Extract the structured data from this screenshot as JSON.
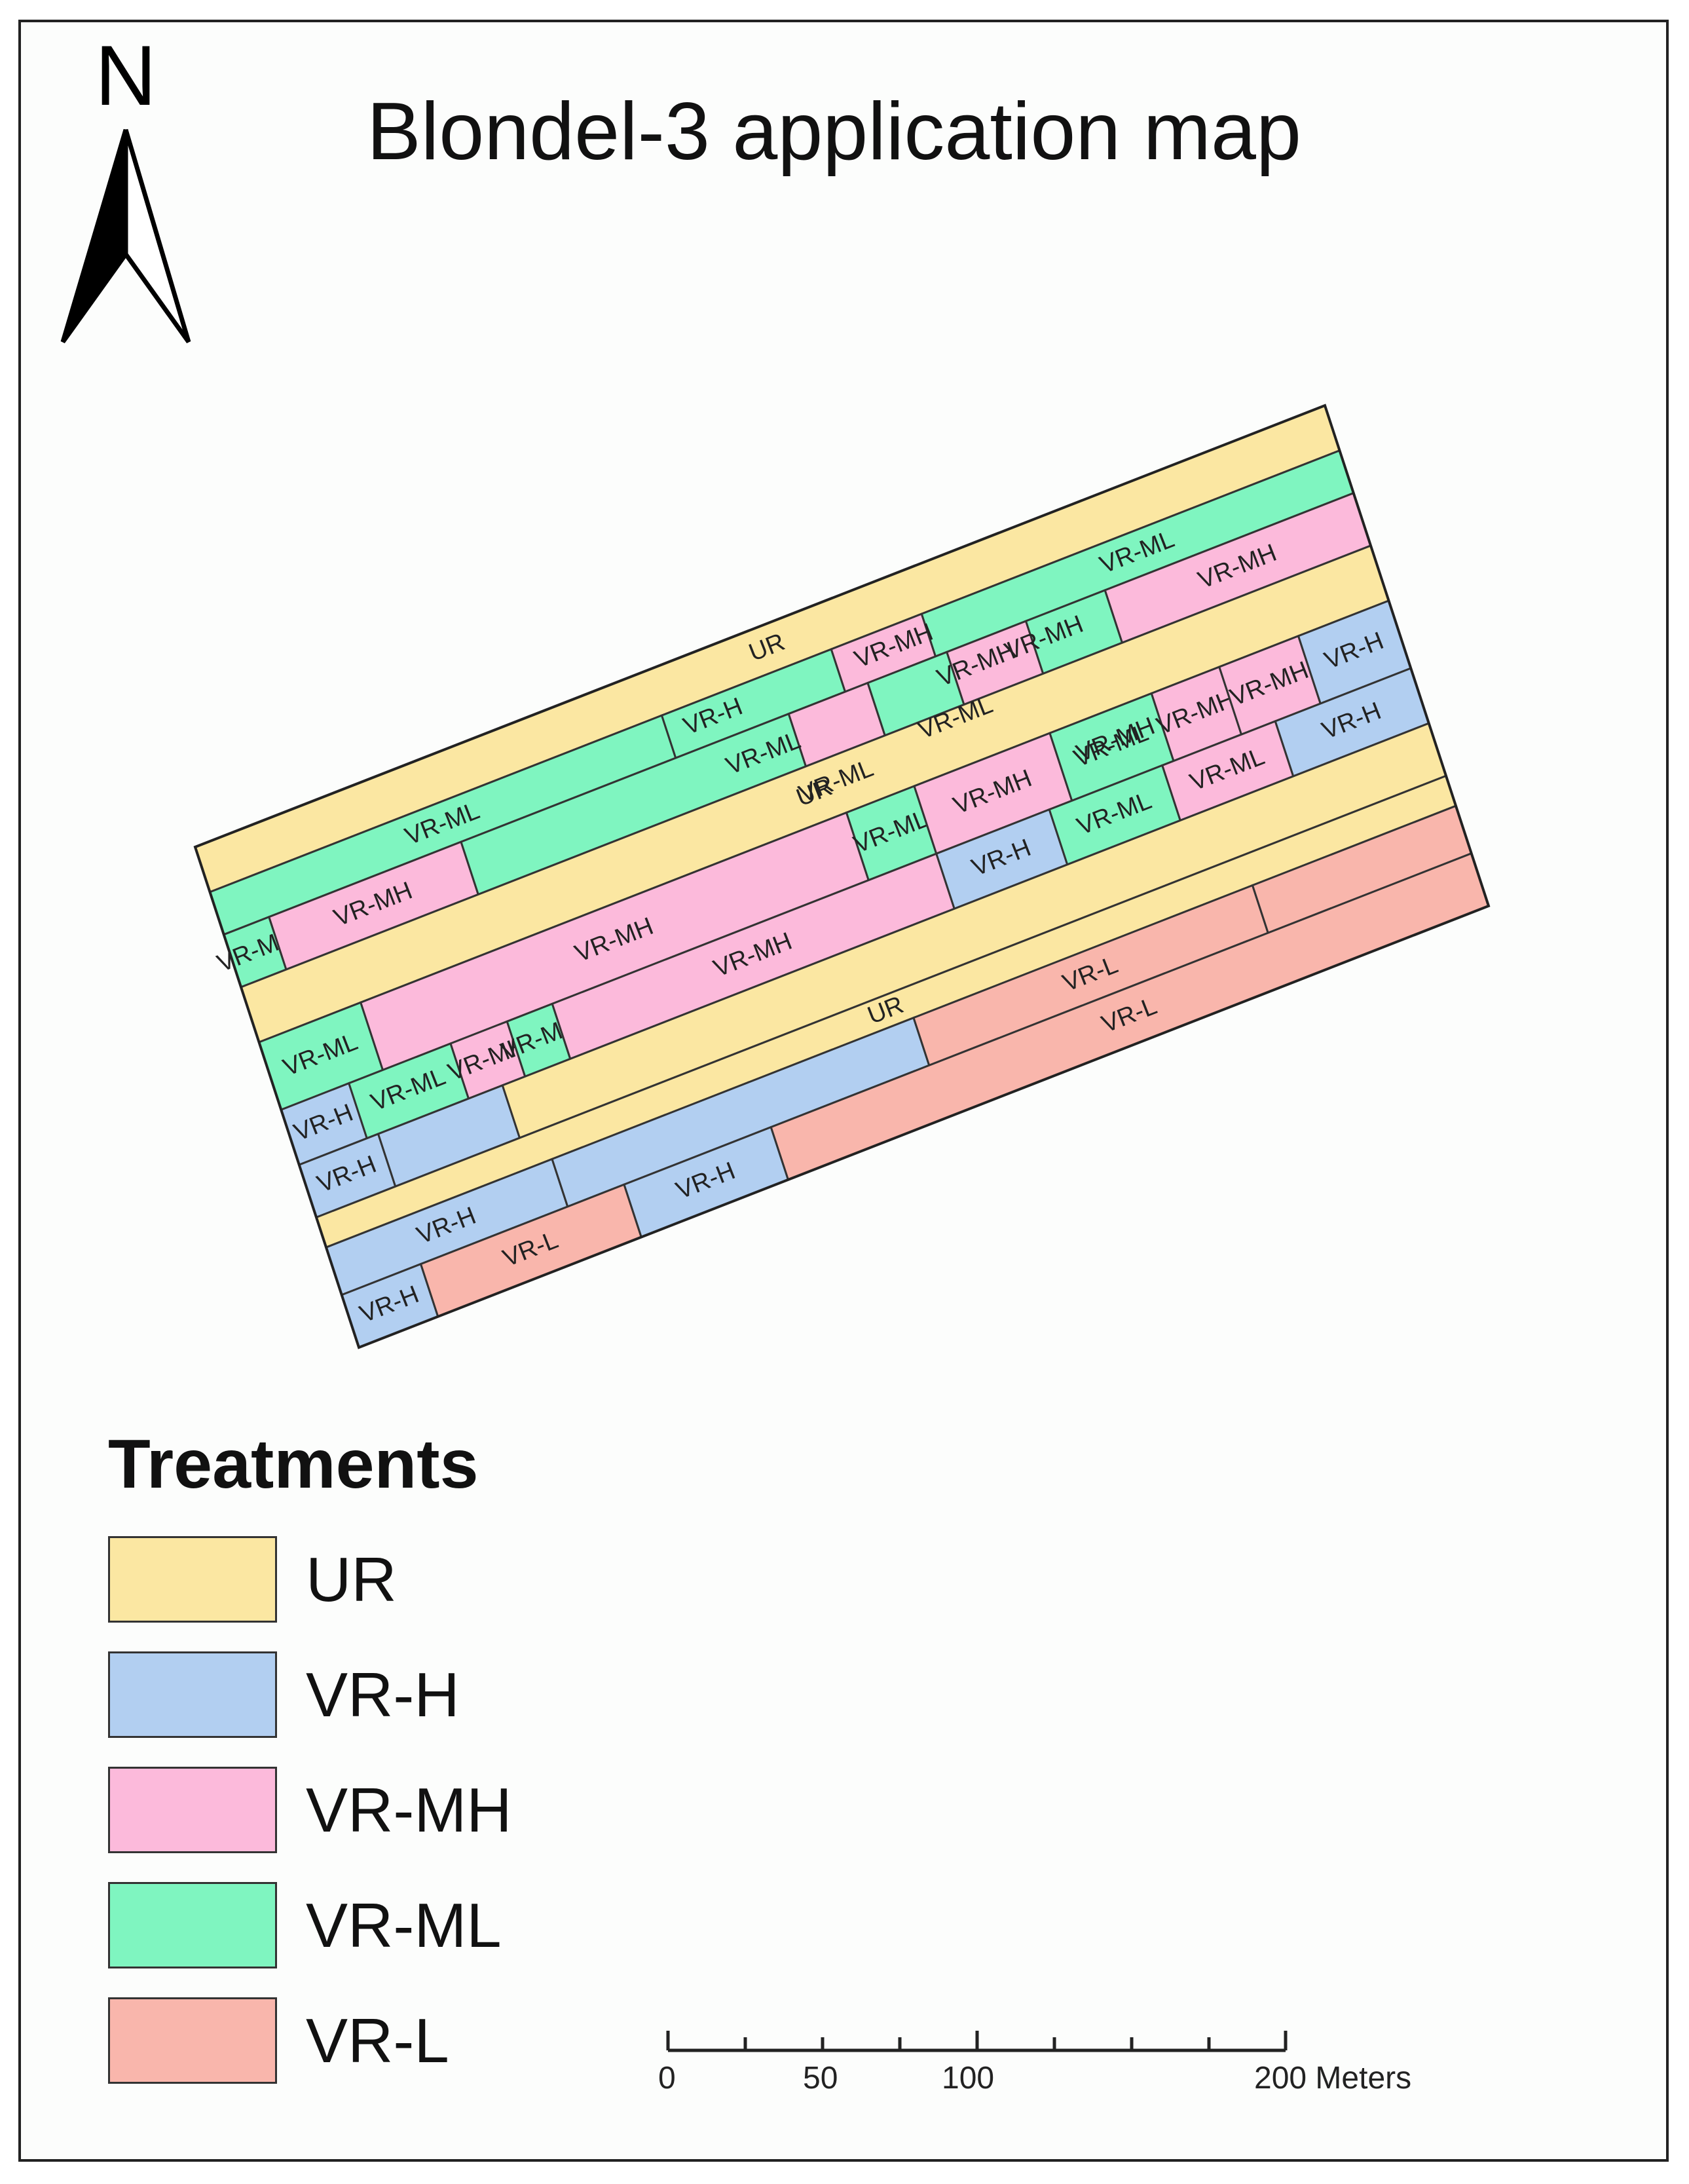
{
  "map": {
    "title": "Blondel-3 application map",
    "north_label": "N",
    "legend": {
      "title": "Treatments",
      "items": [
        {
          "label": "UR",
          "color": "#fbe7a2"
        },
        {
          "label": "VR-H",
          "color": "#b2cff1"
        },
        {
          "label": "VR-MH",
          "color": "#fcbadb"
        },
        {
          "label": "VR-ML",
          "color": "#7ff5c0"
        },
        {
          "label": "VR-L",
          "color": "#f9b6ac"
        }
      ]
    },
    "scale_bar": {
      "labels": [
        "0",
        "50",
        "100",
        "200 Meters"
      ]
    },
    "plot_labels": [
      "UR",
      "VR-ML",
      "VR-MH",
      "VR-ML",
      "VR-ML",
      "VR-MH",
      "VR-H",
      "VR-ML",
      "VR-ML",
      "UR",
      "VR-MH",
      "VR-MH",
      "VR-ML",
      "VR-MH",
      "VR-ML",
      "VR-ML",
      "VR-MH",
      "VR-H",
      "VR-ML",
      "VR-MH",
      "VR-MH",
      "VR-ML",
      "VR-MH",
      "VR-ML",
      "VR-MH",
      "VR-H",
      "VR-H",
      "VR-MH",
      "VR-H",
      "VR-ML",
      "VR-MH",
      "VR-ML",
      "VR-H",
      "UR",
      "VR-H",
      "VR-L",
      "VR-H",
      "VR-L",
      "VR-H",
      "VR-L"
    ]
  }
}
